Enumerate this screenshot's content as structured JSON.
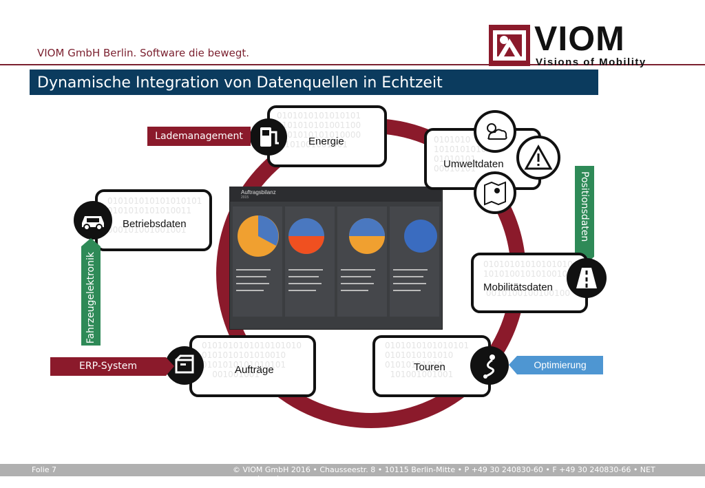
{
  "header": {
    "tagline": "VIOM GmbH Berlin. Software die bewegt.",
    "logo_text": "VIOM",
    "logo_sub": "Visions of Mobility",
    "title": "Dynamische Integration von Datenquellen in Echtzeit"
  },
  "screen": {
    "title": "Auftragsbilanz",
    "subtitle": "2015"
  },
  "tiles": {
    "energie": {
      "label": "Energie",
      "bits": "0101010101010101\n1101010101001100\n0101010101010000\n   101001001001"
    },
    "umwelt": {
      "label": "Umweltdaten",
      "bits": "0101010\n1010101010\n01010101\n00010101"
    },
    "betrieb": {
      "label": "Betriebsdaten",
      "bits": "010101010101010101\n0101010101010011\n\n000101001001001"
    },
    "mobil": {
      "label": "Mobilitätsdaten",
      "bits": "01010101010101010\n1010100101010010\n\n 0010100100100100"
    },
    "auftraege": {
      "label": "Aufträge",
      "bits": "0101010101010101010\n0101010101010010\n0101010101010101\n    001001001"
    },
    "touren": {
      "label": "Touren",
      "bits": "0101010101010101\n0101010101010\n01010101010\n  101001001001"
    }
  },
  "labels": {
    "lademanagement": "Lademanagement",
    "positionsdaten": "Positionsdaten",
    "fahrzeugelektronik": "Fahrzeugelektronik",
    "erp": "ERP-System",
    "optimierung": "Optimierung"
  },
  "footer": {
    "slide": "Folie 7",
    "contact": "© VIOM GmbH 2016 • Chausseestr. 8 • 10115 Berlin-Mitte • P +49 30 240830-60 • F +49 30 240830-66 • NET www.viom.de"
  },
  "colors": {
    "brand": "#8b1a2b",
    "titlebar": "#0b3b5e",
    "green": "#2e8a57",
    "blue": "#4e96d2"
  },
  "icons": [
    "fuel-pump-icon",
    "weather-icon",
    "warning-icon",
    "map-icon",
    "car-icon",
    "road-icon",
    "box-icon",
    "route-icon"
  ]
}
